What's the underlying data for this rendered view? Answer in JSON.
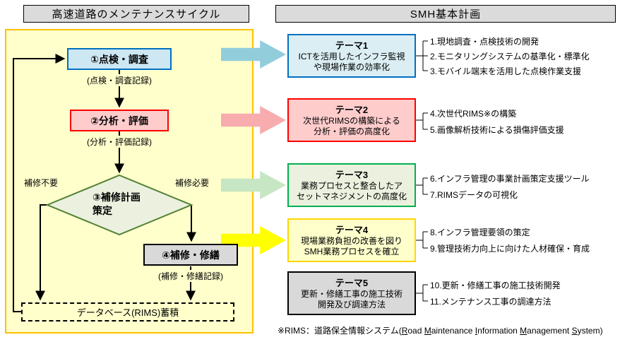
{
  "headers": {
    "left": "高速道路のメンテナンスサイクル",
    "right": "SMH基本計画"
  },
  "panel": {
    "bg": "#FFFFCC",
    "border": "#FFC000"
  },
  "flowchart": {
    "step1": {
      "label": "①点検・調査",
      "record": "(点検・調査記録)",
      "colors": {
        "bg": "#CDE7F3",
        "border": "#0070C0"
      }
    },
    "step2": {
      "label": "②分析・評価",
      "record": "(分析・評価記録)",
      "colors": {
        "bg": "#FFCCCC",
        "border": "#FF0000"
      }
    },
    "step3": {
      "line1": "③補修計画",
      "line2": "策定",
      "branch_no": "補修不要",
      "branch_yes": "補修必要",
      "colors": {
        "bg": "#EBF1DE",
        "border": "#538135"
      }
    },
    "step4": {
      "label": "④補修・修繕",
      "record": "(補修・修繕記録)",
      "colors": {
        "bg": "#D9D9D9",
        "border": "#000000"
      }
    },
    "database": {
      "label": "データベース(RIMS)蓄積"
    }
  },
  "themes": [
    {
      "title": "テーマ1",
      "line1": "ICTを活用したインフラ監視",
      "line2": "や現場作業の効率化",
      "items": [
        "1.現地調査・点検技術の開発",
        "2.モニタリングシステムの基準化・標準化",
        "3.モバイル端末を活用した点検作業支援"
      ],
      "colors": {
        "bg": "#DAEEF3",
        "border": "#0070C0",
        "arrow": "#92CDDC"
      }
    },
    {
      "title": "テーマ2",
      "line1": "次世代RIMSの構築による",
      "line2": "分析・評価の高度化",
      "items": [
        "4.次世代RIMS※の構築",
        "5.画像解析技術による損傷評価支援"
      ],
      "colors": {
        "bg": "#FFCCCC",
        "border": "#FF0000",
        "arrow": "#F8ACAE"
      }
    },
    {
      "title": "テーマ3",
      "line1": "業務プロセスと整合したア",
      "line2": "セットマネジメントの高度化",
      "items": [
        "6.インフラ管理の事業計画策定支援ツール",
        "7.RIMSデータの可視化"
      ],
      "colors": {
        "bg": "#EBF1DE",
        "border": "#00B050",
        "arrow": "#C6E6C4"
      }
    },
    {
      "title": "テーマ4",
      "line1": "現場業務負担の改善を図り",
      "line2": "SMH業務プロセスを確立",
      "items": [
        "8.インフラ管理要領の策定",
        "9.管理技術力向上に向けた人材確保・育成"
      ],
      "colors": {
        "bg": "#FFFFCC",
        "border": "#FFD700",
        "arrow": "#FFFF00"
      }
    },
    {
      "title": "テーマ5",
      "line1": "更新・修繕工事の施工技術",
      "line2": "開発及び調達方法",
      "items": [
        "10.更新・修繕工事の施工技術開発",
        "11.メンテナンス工事の調達方法"
      ],
      "colors": {
        "bg": "#D9D9D9",
        "border": "#000000",
        "arrow": null
      }
    }
  ],
  "footnote": {
    "text": "※RIMS：道路保全情報システム(Road Maintenance Information Management System)",
    "parts": [
      {
        "t": "※RIMS：道路保全情報システム("
      },
      {
        "t": "R",
        "u": true
      },
      {
        "t": "oad "
      },
      {
        "t": "M",
        "u": true
      },
      {
        "t": "aintenance "
      },
      {
        "t": "I",
        "u": true
      },
      {
        "t": "nformation "
      },
      {
        "t": "M",
        "u": true
      },
      {
        "t": "anagement "
      },
      {
        "t": "S",
        "u": true
      },
      {
        "t": "ystem)"
      }
    ]
  }
}
